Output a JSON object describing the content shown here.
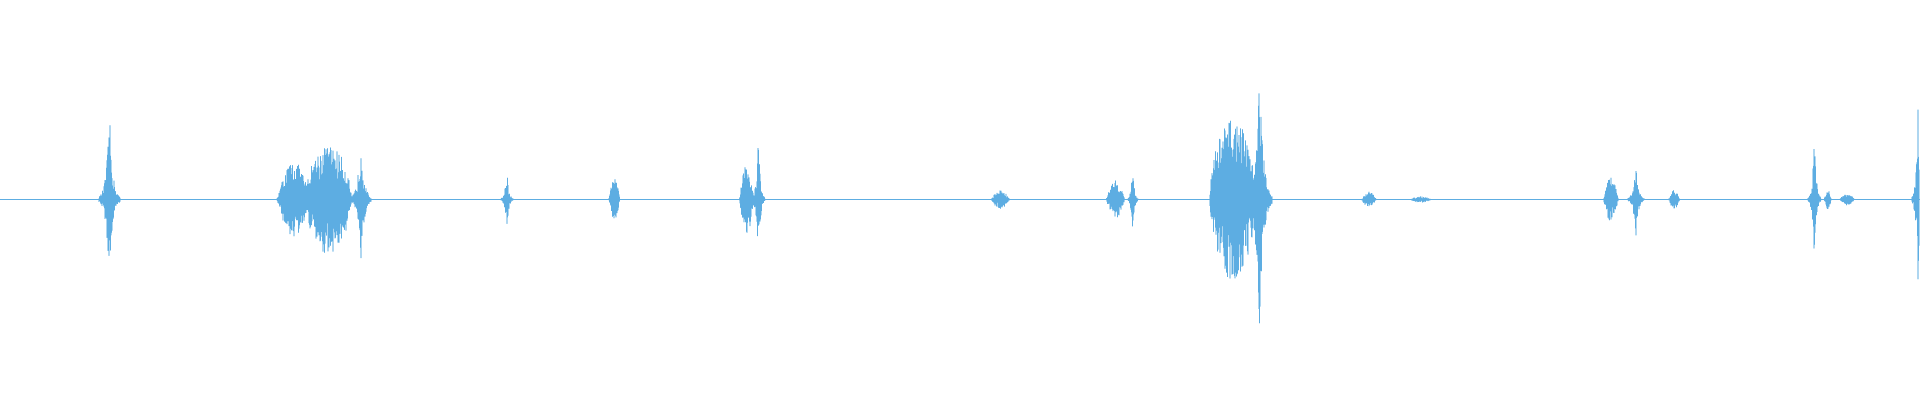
{
  "waveform": {
    "color": "#5dade2",
    "background": "#ffffff",
    "baseline_amplitude": 0.003,
    "bursts": [
      {
        "center": 0.057,
        "width": 0.01,
        "amplitude": 0.56,
        "shape": "spike"
      },
      {
        "center": 0.153,
        "width": 0.018,
        "amplitude": 0.24,
        "shape": "lobe"
      },
      {
        "center": 0.171,
        "width": 0.024,
        "amplitude": 0.34,
        "shape": "dense"
      },
      {
        "center": 0.188,
        "width": 0.01,
        "amplitude": 0.42,
        "shape": "spike"
      },
      {
        "center": 0.264,
        "width": 0.006,
        "amplitude": 0.2,
        "shape": "spike"
      },
      {
        "center": 0.32,
        "width": 0.006,
        "amplitude": 0.13,
        "shape": "lobe"
      },
      {
        "center": 0.389,
        "width": 0.008,
        "amplitude": 0.22,
        "shape": "lobe"
      },
      {
        "center": 0.395,
        "width": 0.006,
        "amplitude": 0.46,
        "shape": "spike"
      },
      {
        "center": 0.521,
        "width": 0.01,
        "amplitude": 0.06,
        "shape": "lobe"
      },
      {
        "center": 0.581,
        "width": 0.01,
        "amplitude": 0.12,
        "shape": "lobe"
      },
      {
        "center": 0.59,
        "width": 0.005,
        "amplitude": 0.25,
        "shape": "spike"
      },
      {
        "center": 0.642,
        "width": 0.024,
        "amplitude": 0.5,
        "shape": "dense"
      },
      {
        "center": 0.656,
        "width": 0.012,
        "amplitude": 0.86,
        "shape": "spike"
      },
      {
        "center": 0.713,
        "width": 0.008,
        "amplitude": 0.05,
        "shape": "lobe"
      },
      {
        "center": 0.74,
        "width": 0.012,
        "amplitude": 0.02,
        "shape": "lobe"
      },
      {
        "center": 0.839,
        "width": 0.008,
        "amplitude": 0.14,
        "shape": "lobe"
      },
      {
        "center": 0.852,
        "width": 0.008,
        "amplitude": 0.24,
        "shape": "spike"
      },
      {
        "center": 0.872,
        "width": 0.006,
        "amplitude": 0.06,
        "shape": "lobe"
      },
      {
        "center": 0.945,
        "width": 0.006,
        "amplitude": 0.44,
        "shape": "spike"
      },
      {
        "center": 0.952,
        "width": 0.004,
        "amplitude": 0.06,
        "shape": "lobe"
      },
      {
        "center": 0.962,
        "width": 0.008,
        "amplitude": 0.04,
        "shape": "lobe"
      },
      {
        "center": 0.999,
        "width": 0.006,
        "amplitude": 0.6,
        "shape": "spike"
      }
    ]
  }
}
